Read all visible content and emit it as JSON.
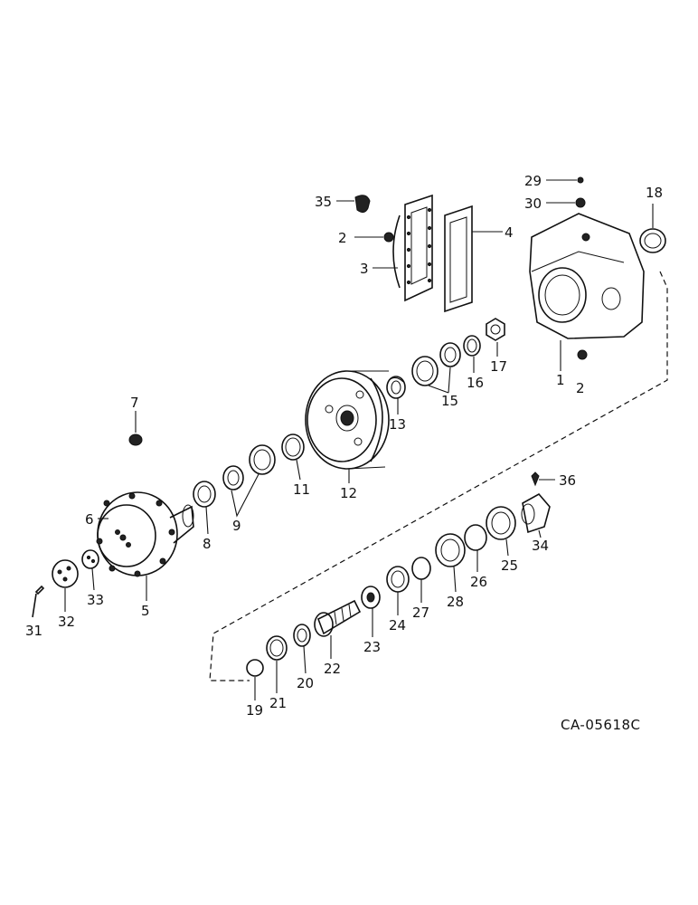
{
  "labels": {
    "p1": "1",
    "p2a": "2",
    "p2b": "2",
    "p3": "3",
    "p4": "4",
    "p5": "5",
    "p6": "6",
    "p7": "7",
    "p8": "8",
    "p9": "9",
    "p11": "11",
    "p12": "12",
    "p13": "13",
    "p15": "15",
    "p16": "16",
    "p17": "17",
    "p18": "18",
    "p19": "19",
    "p20": "20",
    "p21": "21",
    "p22": "22",
    "p23": "23",
    "p24": "24",
    "p25": "25",
    "p26": "26",
    "p27": "27",
    "p28": "28",
    "p29": "29",
    "p30": "30",
    "p31": "31",
    "p32": "32",
    "p33": "33",
    "p34": "34",
    "p35": "35",
    "p36": "36"
  },
  "drawing_code": "CA-05618C"
}
